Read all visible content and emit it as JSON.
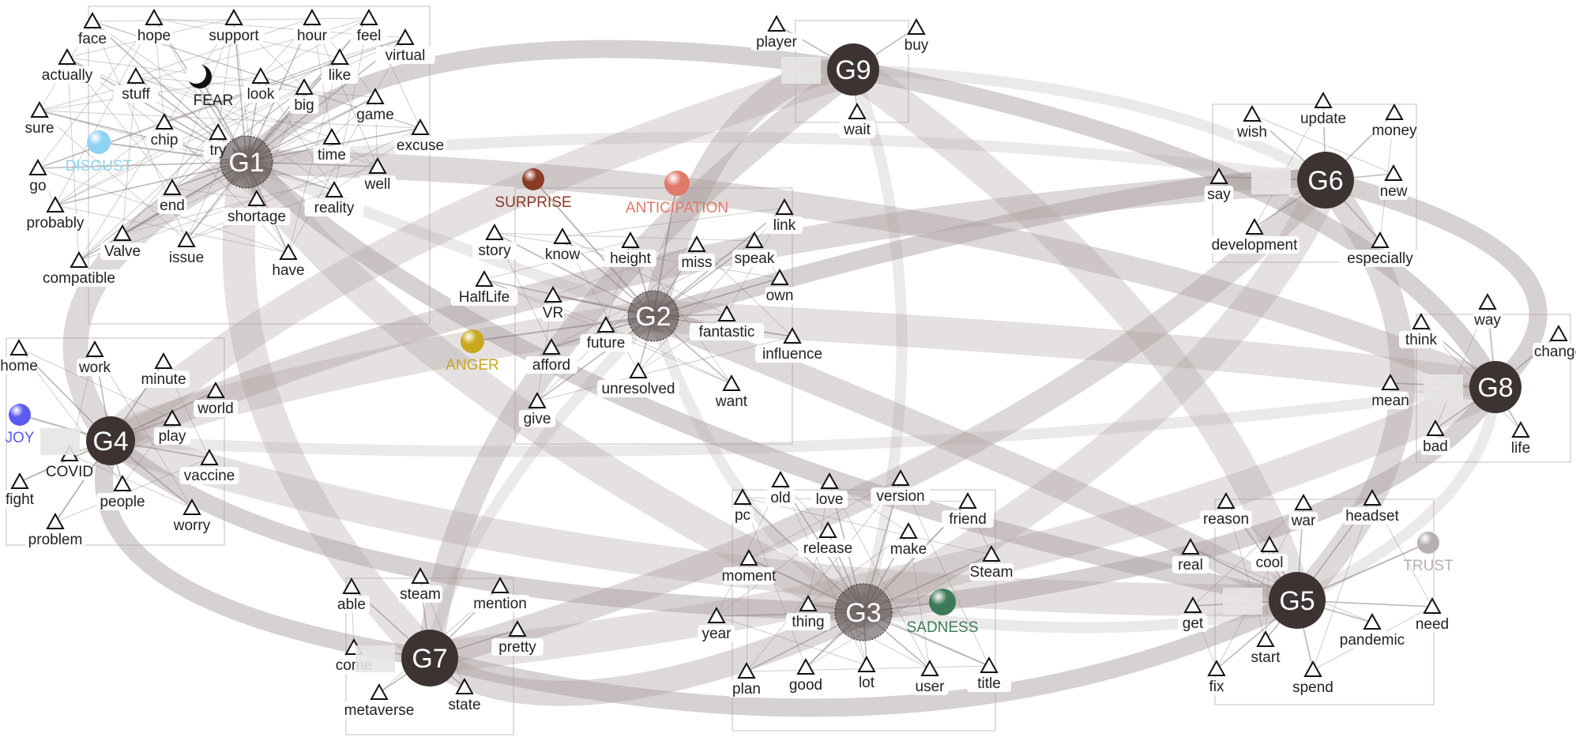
{
  "colors": {
    "fear": "#222222",
    "disgust": "#8fd3f2",
    "surprise": "#8a3b27",
    "anticipation": "#e07a6a",
    "anger": "#c9a820",
    "joy": "#5a5aee",
    "sadness": "#3d7a5a",
    "trust": "#b8b0b0",
    "edge": "#a89c9c",
    "group_node": "#3d3333"
  },
  "groups": [
    {
      "id": "G1",
      "label": "G1"
    },
    {
      "id": "G2",
      "label": "G2"
    },
    {
      "id": "G3",
      "label": "G3"
    },
    {
      "id": "G4",
      "label": "G4"
    },
    {
      "id": "G5",
      "label": "G5"
    },
    {
      "id": "G6",
      "label": "G6"
    },
    {
      "id": "G7",
      "label": "G7"
    },
    {
      "id": "G8",
      "label": "G8"
    },
    {
      "id": "G9",
      "label": "G9"
    }
  ],
  "emotions": [
    {
      "id": "fear",
      "label": "FEAR"
    },
    {
      "id": "disgust",
      "label": "DISGUST"
    },
    {
      "id": "surprise",
      "label": "SURPRISE"
    },
    {
      "id": "anticipation",
      "label": "ANTICIPATION"
    },
    {
      "id": "anger",
      "label": "ANGER"
    },
    {
      "id": "joy",
      "label": "JOY"
    },
    {
      "id": "sadness",
      "label": "SADNESS"
    },
    {
      "id": "trust",
      "label": "TRUST"
    }
  ],
  "words": {
    "G1": [
      "face",
      "hope",
      "support",
      "hour",
      "feel",
      "virtual",
      "actually",
      "stuff",
      "look",
      "like",
      "big",
      "game",
      "sure",
      "chip",
      "try",
      "time",
      "excuse",
      "go",
      "end",
      "well",
      "reality",
      "probably",
      "shortage",
      "Valve",
      "issue",
      "have",
      "compatible"
    ],
    "G2": [
      "story",
      "know",
      "height",
      "miss",
      "speak",
      "link",
      "HalfLife",
      "VR",
      "own",
      "fantastic",
      "future",
      "influence",
      "afford",
      "unresolved",
      "want",
      "give"
    ],
    "G3": [
      "pc",
      "old",
      "love",
      "version",
      "friend",
      "release",
      "make",
      "moment",
      "Steam",
      "year",
      "thing",
      "plan",
      "good",
      "lot",
      "user",
      "title"
    ],
    "G4": [
      "home",
      "work",
      "minute",
      "world",
      "play",
      "COVID",
      "vaccine",
      "fight",
      "people",
      "worry",
      "problem"
    ],
    "G5": [
      "reason",
      "war",
      "headset",
      "real",
      "cool",
      "get",
      "need",
      "pandemic",
      "start",
      "fix",
      "spend"
    ],
    "G6": [
      "wish",
      "update",
      "money",
      "say",
      "new",
      "development",
      "especially"
    ],
    "G7": [
      "able",
      "steam",
      "mention",
      "pretty",
      "come",
      "state",
      "metaverse"
    ],
    "G8": [
      "way",
      "think",
      "change",
      "mean",
      "bad",
      "life"
    ],
    "G9": [
      "player",
      "buy",
      "wait"
    ]
  }
}
